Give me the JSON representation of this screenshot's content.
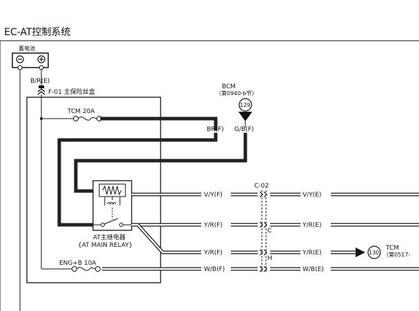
{
  "title": "EC-AT控制系统",
  "battery": {
    "label": "蓄电池",
    "minus": "⊖",
    "plus": "⊕"
  },
  "fuse_box": {
    "wire_in": "B/R(E)",
    "name": "F-01 主保险丝盒"
  },
  "fuses": {
    "tcm": "TCM 20A",
    "eng": "ENG+B 10A"
  },
  "bcm": {
    "name": "BCM",
    "ref": "（第0940-b节）",
    "connector": "129"
  },
  "junction_top": {
    "left": "BR(F)",
    "right": "G/B(F)"
  },
  "relay": {
    "name": "AT主继电器",
    "name_en": "{AT MAIN RELAY}"
  },
  "connector": {
    "name": "C-02",
    "pin_c": "C",
    "pin_h": "H"
  },
  "wires": [
    {
      "left": "V/Y(F)",
      "right": "V/Y(E)"
    },
    {
      "left": "Y/R(F)",
      "right": "Y/R(E)"
    },
    {
      "left": "Y/R(F)",
      "right": "Y/R(E)"
    },
    {
      "left": "W/B(F)",
      "right": "W/B(E)"
    }
  ],
  "tcm": {
    "name": "TCM",
    "ref": "（第0517-",
    "connector": "130"
  }
}
